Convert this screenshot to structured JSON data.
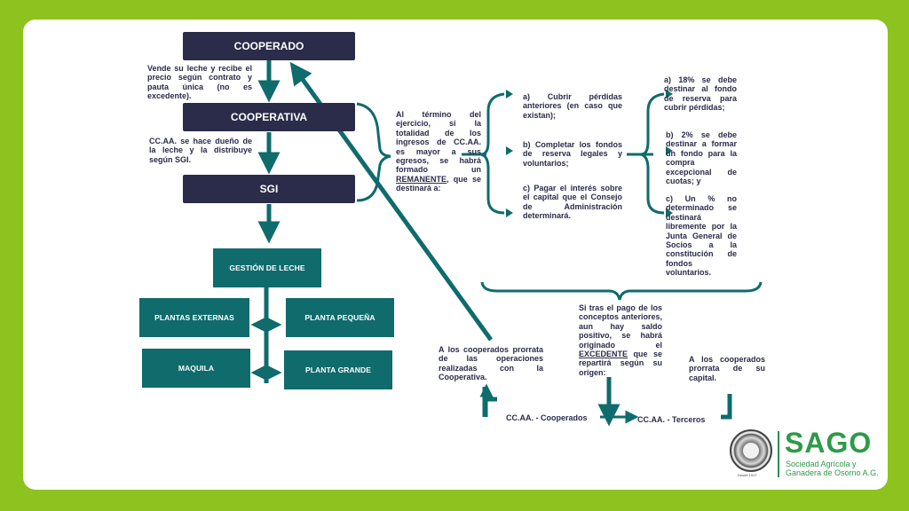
{
  "nodes": {
    "cooperado": "COOPERADO",
    "cooperativa": "COOPERATIVA",
    "sgi": "SGI",
    "gestion": "GESTIÓN DE LECHE",
    "plantas_externas": "PLANTAS EXTERNAS",
    "planta_pequena": "PLANTA PEQUEÑA",
    "maquila": "MAQUILA",
    "planta_grande": "PLANTA GRANDE"
  },
  "notes": {
    "cooperado": "Vende su leche y recibe el precio según contrato y pauta única (no es excedente).",
    "cooperativa": "CC.AA. se hace dueño de la leche y la distribuye según SGI.",
    "remanente_pre": "Al término del ejercicio, si la totalidad de los ingresos de CC.AA. es mayor a sus egresos, se habrá formado un",
    "remanente_word": "REMANENTE",
    "remanente_post": ", que se destinará a:",
    "opt_a": "a) Cubrir pérdidas anteriores (en caso que existan);",
    "opt_b": "b) Completar los fondos de reserva legales y voluntarios;",
    "opt_c": "c) Pagar el interés sobre el capital que el Consejo de Administración determinará.",
    "sub_a": "a) 18% se debe destinar al fondo de reserva para cubrir pérdidas;",
    "sub_b": "b) 2% se debe destinar a formar un fondo para la compra excepcional de cuotas; y",
    "sub_c": "c) Un % no determinado se destinará libremente por la Junta General de Socios a la constitución de fondos voluntarios.",
    "excedente_pre": "Si tras el pago de los conceptos anteriores, aun hay saldo positivo, se habrá originado el",
    "excedente_word": "EXCEDENTE",
    "excedente_post": " que se repartirá según su origen:",
    "prorrata_ops": "A los cooperados prorrata de las operaciones realizadas con la Cooperativa.",
    "prorrata_capital": "A los cooperados prorrata de su capital.",
    "cc_coop": "CC.AA. - Cooperados",
    "cc_terceros": "CC.AA. - Terceros"
  },
  "logo": {
    "name": "SAGO",
    "line1": "Sociedad Agrícola y",
    "line2": "Ganadera de Osorno A.G.",
    "seal_caption": "Desde 1917"
  },
  "colors": {
    "background": "#8dc21f",
    "card": "#ffffff",
    "navy": "#2b2b4a",
    "teal": "#0f6b6c"
  }
}
